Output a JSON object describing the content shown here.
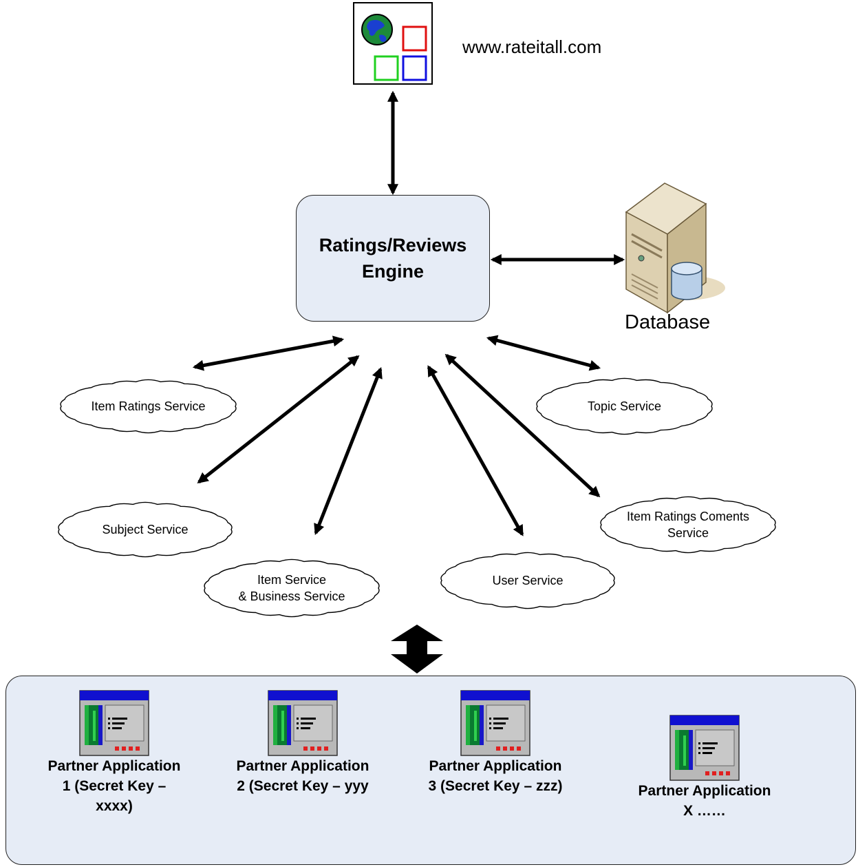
{
  "website": {
    "url": "www.rateitall.com",
    "icon": "website-icon"
  },
  "engine": {
    "label_line1": "Ratings/Reviews",
    "label_line2": "Engine"
  },
  "database": {
    "label": "Database",
    "icon": "database-server-icon"
  },
  "services": [
    {
      "id": "item-ratings",
      "label": "Item Ratings Service"
    },
    {
      "id": "topic",
      "label": "Topic Service"
    },
    {
      "id": "subject",
      "label": "Subject Service"
    },
    {
      "id": "item-ratings-comments",
      "label": "Item Ratings Coments\nService"
    },
    {
      "id": "item-business",
      "label": "Item Service\n& Business Service"
    },
    {
      "id": "user",
      "label": "User Service"
    }
  ],
  "partners": [
    {
      "label_lines": [
        "Partner Application",
        "1 (Secret Key –",
        "xxxx)"
      ]
    },
    {
      "label_lines": [
        "Partner Application",
        "2 (Secret Key – yyy"
      ]
    },
    {
      "label_lines": [
        "Partner Application",
        "3 (Secret Key – zzz)"
      ]
    },
    {
      "label_lines": [
        "Partner Application",
        "X ……"
      ]
    }
  ],
  "colors": {
    "engine_fill": "#e6ecf6",
    "panel_fill": "#e6ecf6",
    "arrow": "#000000"
  }
}
